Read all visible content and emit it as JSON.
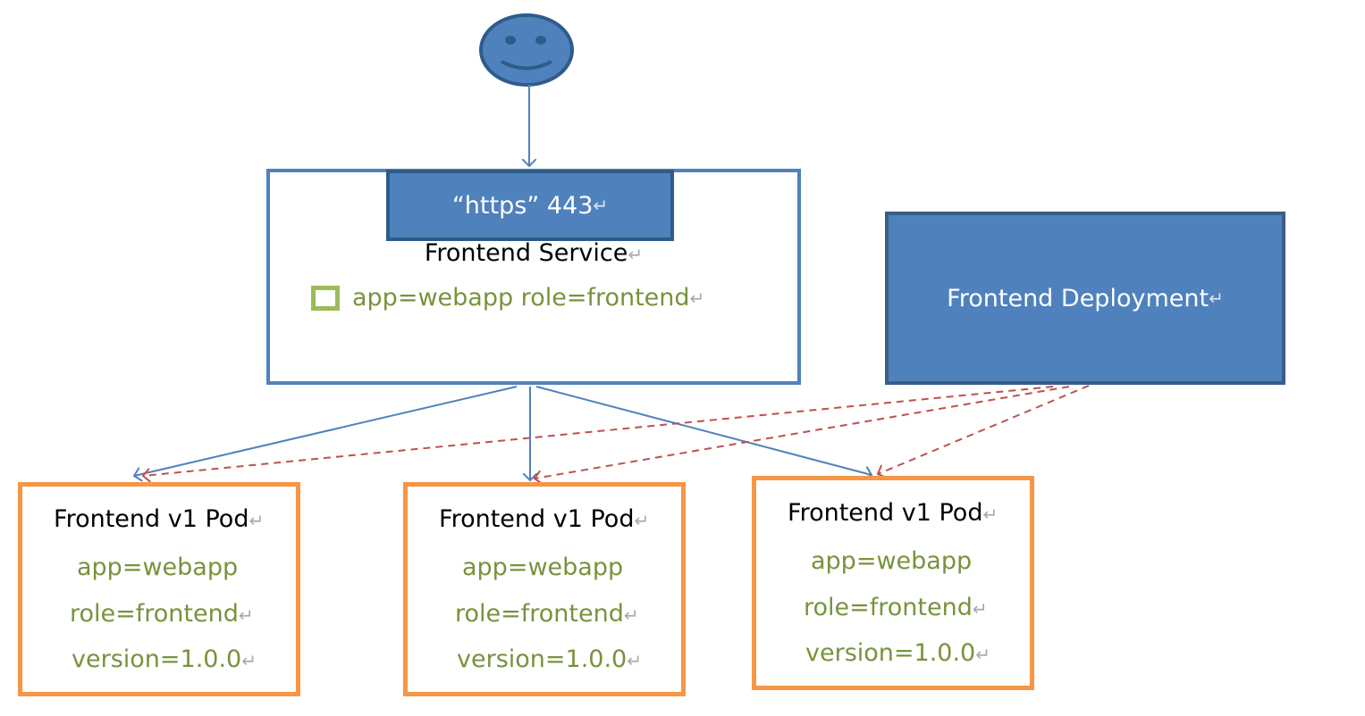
{
  "user": {
    "icon": "smiley-face-user-icon"
  },
  "service": {
    "port_label": "“https” 443",
    "title": "Frontend Service",
    "selector": "app=webapp role=frontend"
  },
  "deployment": {
    "title": "Frontend Deployment"
  },
  "pods": [
    {
      "title": "Frontend v1 Pod",
      "labels": [
        "app=webapp",
        "role=frontend",
        "version=1.0.0"
      ]
    },
    {
      "title": "Frontend v1 Pod",
      "labels": [
        "app=webapp",
        "role=frontend",
        "version=1.0.0"
      ]
    },
    {
      "title": "Frontend v1 Pod",
      "labels": [
        "app=webapp",
        "role=frontend",
        "version=1.0.0"
      ]
    }
  ],
  "colors": {
    "service_border": "#4f81bd",
    "box_fill": "#4f81bd",
    "pod_border": "#f79646",
    "label_text": "#77933c",
    "selector_square": "#9bbb59",
    "traffic_arrow": "#4f81bd",
    "deployment_arrow": "#c0504d"
  },
  "return_mark": "↵"
}
